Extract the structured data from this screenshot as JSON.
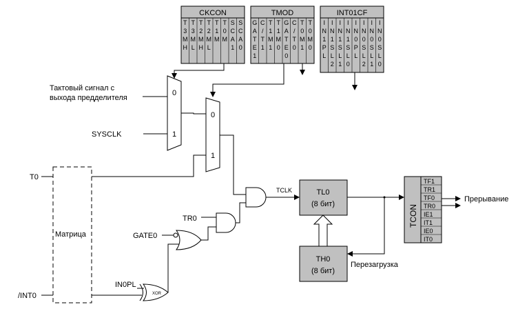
{
  "registers": {
    "ckcon": {
      "title": "CKCON",
      "bits": [
        "T3MH",
        "T3ML",
        "T2MH",
        "T2ML",
        "T1M",
        "T0M",
        "SCA1",
        "SCA0"
      ]
    },
    "tmod": {
      "title": "TMOD",
      "bits": [
        "GATE1",
        "C/T1",
        "T1M1",
        "T1M0",
        "GATE0",
        "C/T0",
        "T0M1",
        "T0M0"
      ]
    },
    "int01cf": {
      "title": "INT01CF",
      "bits": [
        "IN1PL",
        "IN1SL2",
        "IN1SL1",
        "IN1SL0",
        "IN0PL",
        "IN0SL2",
        "IN0SL1",
        "IN0SL0"
      ]
    }
  },
  "labels": {
    "clock_source": [
      "Тактовый сигнал с",
      "выхода предделителя"
    ],
    "sysclk": "SYSCLK",
    "t0": "T0",
    "int0": "/INT0",
    "matrix": "Матрица",
    "tr0": "TR0",
    "gate0": "GATE0",
    "in0pl": "IN0PL",
    "xor": "XOR",
    "tclk": "TCLK",
    "interrupt": "Прерывание",
    "reload": "Перезагрузка"
  },
  "mux1": {
    "in0": "0",
    "in1": "1"
  },
  "mux2": {
    "in0": "0",
    "in1": "1"
  },
  "tl0": {
    "name": "TL0",
    "width": "(8 бит)"
  },
  "th0": {
    "name": "TH0",
    "width": "(8 бит)"
  },
  "tcon": {
    "title": "TCON",
    "bits": [
      "TF1",
      "TR1",
      "TF0",
      "TR0",
      "IE1",
      "IT1",
      "IE0",
      "IT0"
    ]
  },
  "colors": {
    "register_fill": "#c0c0c0",
    "block_fill": "#c0c0c0",
    "line": "#000000"
  }
}
